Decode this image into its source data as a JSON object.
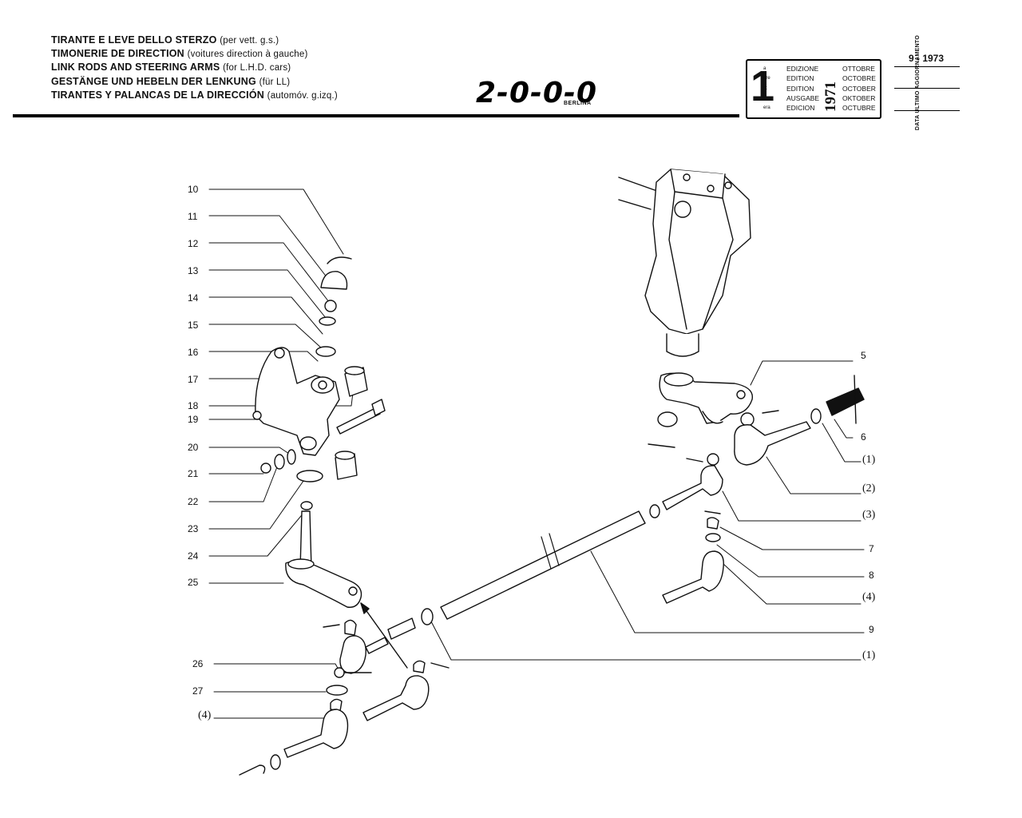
{
  "header": {
    "titles": [
      {
        "main": "TIRANTE E LEVE DELLO STERZO",
        "sub": "(per vett. g.s.)"
      },
      {
        "main": "TIMONERIE DE DIRECTION",
        "sub": "(voitures direction à gauche)"
      },
      {
        "main": "LINK RODS AND STEERING ARMS",
        "sub": "(for L.H.D. cars)"
      },
      {
        "main": "GESTÄNGE UND HEBELN DER LENKUNG",
        "sub": "(für LL)"
      },
      {
        "main": "TIRANTES Y PALANCAS DE LA DIRECCIÓN",
        "sub": "(automóv. g.izq.)"
      }
    ],
    "logo": "2-0-0-0",
    "logo_sub": "BERLINA"
  },
  "edition_box": {
    "number": "1",
    "suffixes": [
      "a",
      "ère",
      "st",
      ".",
      "era"
    ],
    "edition_words": [
      "EDIZIONE",
      "EDITION",
      "EDITION",
      "AUSGABE",
      "EDICION"
    ],
    "months": [
      "OTTOBRE",
      "OCTOBRE",
      "OCTOBER",
      "OKTOBER",
      "OCTUBRE"
    ],
    "year": "1971",
    "update_label": "DATA ULTIMO AGGIORNAMENTO",
    "update_date": "9 - 1973"
  },
  "callouts": {
    "left": [
      "10",
      "11",
      "12",
      "13",
      "14",
      "15",
      "16",
      "17",
      "18",
      "19",
      "20",
      "21",
      "22",
      "23",
      "24",
      "25",
      "26",
      "27",
      "(4)"
    ],
    "right": [
      "5",
      "6",
      "(1)",
      "(2)",
      "(3)",
      "7",
      "8",
      "(4)",
      "9",
      "(1)"
    ]
  }
}
